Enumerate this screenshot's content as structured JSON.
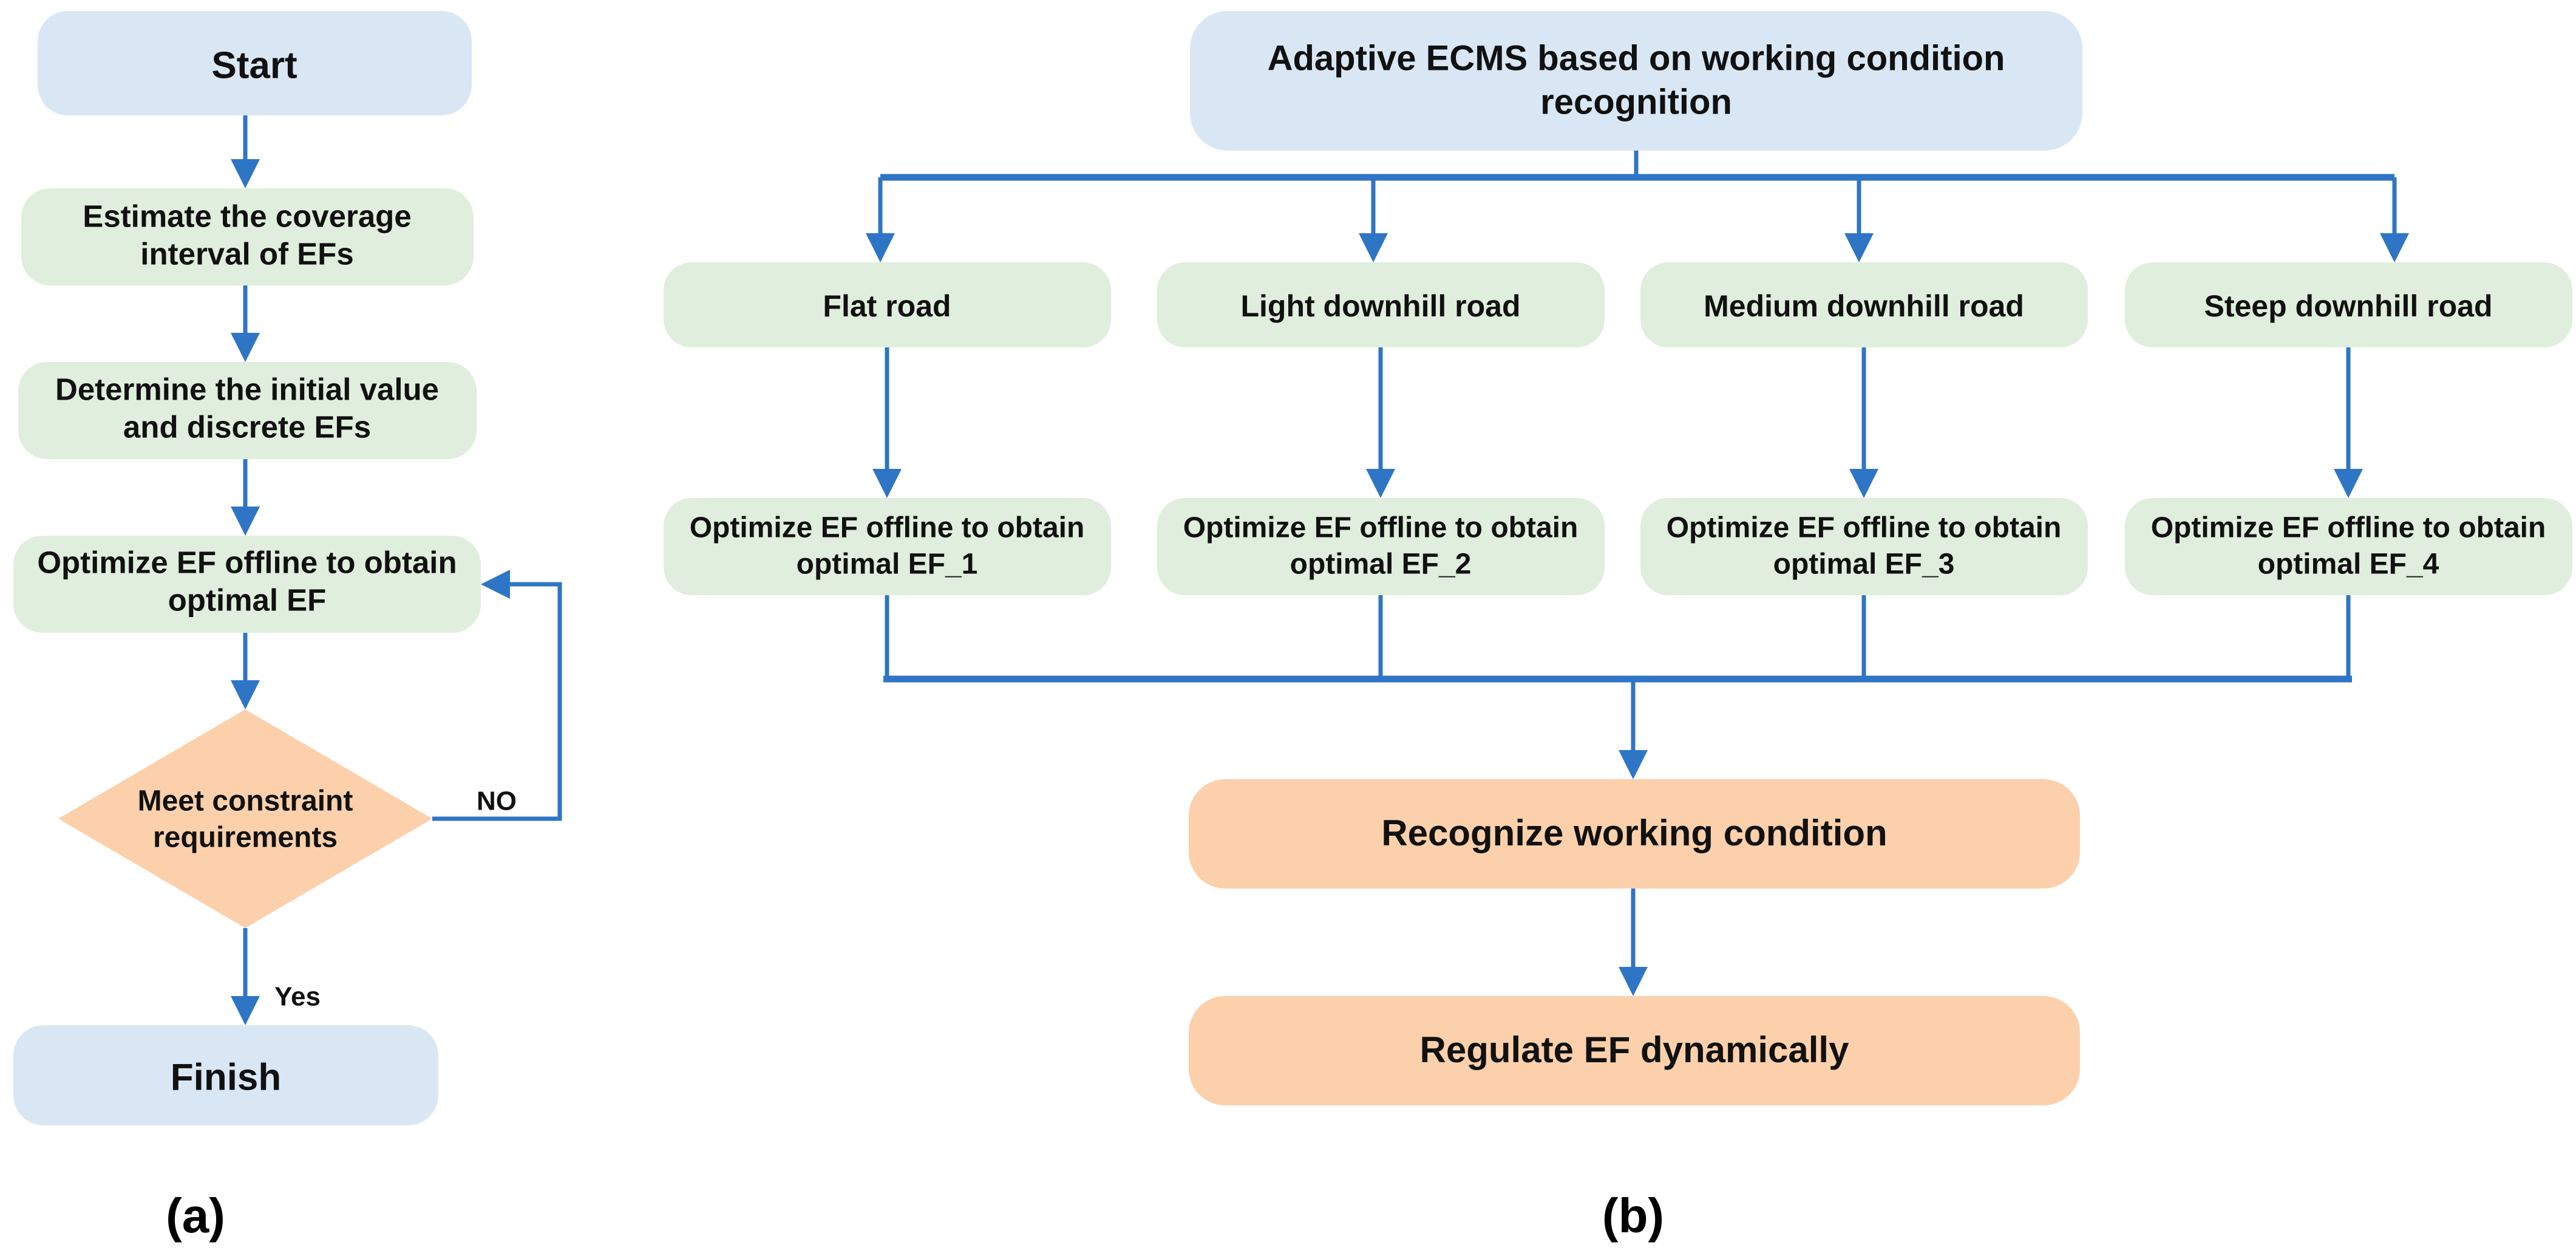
{
  "figure": {
    "background_color": "#ffffff",
    "accent_line_color": "#2e75c5",
    "fill_blue": "#d9e7f5",
    "fill_green": "#e0eedd",
    "fill_orange": "#fbd0ab"
  },
  "panel_a": {
    "caption": "(a)",
    "nodes": {
      "start": {
        "label": "Start",
        "color": "#d9e7f5"
      },
      "estimate": {
        "line1": "Estimate the coverage",
        "line2": "interval of EFs",
        "color": "#e0eedd"
      },
      "determine": {
        "line1": "Determine the initial value",
        "line2": "and discrete EFs",
        "color": "#e0eedd"
      },
      "optimize": {
        "line1": "Optimize EF offline to obtain",
        "line2": "optimal EF",
        "color": "#e0eedd"
      },
      "decision": {
        "line1": "Meet constraint",
        "line2": "requirements",
        "color": "#fbd0ab"
      },
      "finish": {
        "label": "Finish",
        "color": "#d9e7f5"
      }
    },
    "edge_labels": {
      "no": "NO",
      "yes": "Yes"
    }
  },
  "panel_b": {
    "caption": "(b)",
    "title": {
      "line1": "Adaptive ECMS based on working condition",
      "line2": "recognition",
      "color": "#d9e7f5"
    },
    "conditions": [
      {
        "label": "Flat road",
        "color": "#e0eedd"
      },
      {
        "label": "Light downhill road",
        "color": "#e0eedd"
      },
      {
        "label": "Medium downhill road",
        "color": "#e0eedd"
      },
      {
        "label": "Steep downhill road",
        "color": "#e0eedd"
      }
    ],
    "optimizers": [
      {
        "line1": "Optimize EF offline to obtain",
        "line2": "optimal EF_1",
        "color": "#e0eedd"
      },
      {
        "line1": "Optimize EF offline to obtain",
        "line2": "optimal EF_2",
        "color": "#e0eedd"
      },
      {
        "line1": "Optimize EF offline to obtain",
        "line2": "optimal EF_3",
        "color": "#e0eedd"
      },
      {
        "line1": "Optimize EF offline to obtain",
        "line2": "optimal EF_4",
        "color": "#e0eedd"
      }
    ],
    "outcomes": [
      {
        "label": "Recognize working condition",
        "color": "#fbd0ab"
      },
      {
        "label": "Regulate EF dynamically",
        "color": "#fbd0ab"
      }
    ]
  }
}
